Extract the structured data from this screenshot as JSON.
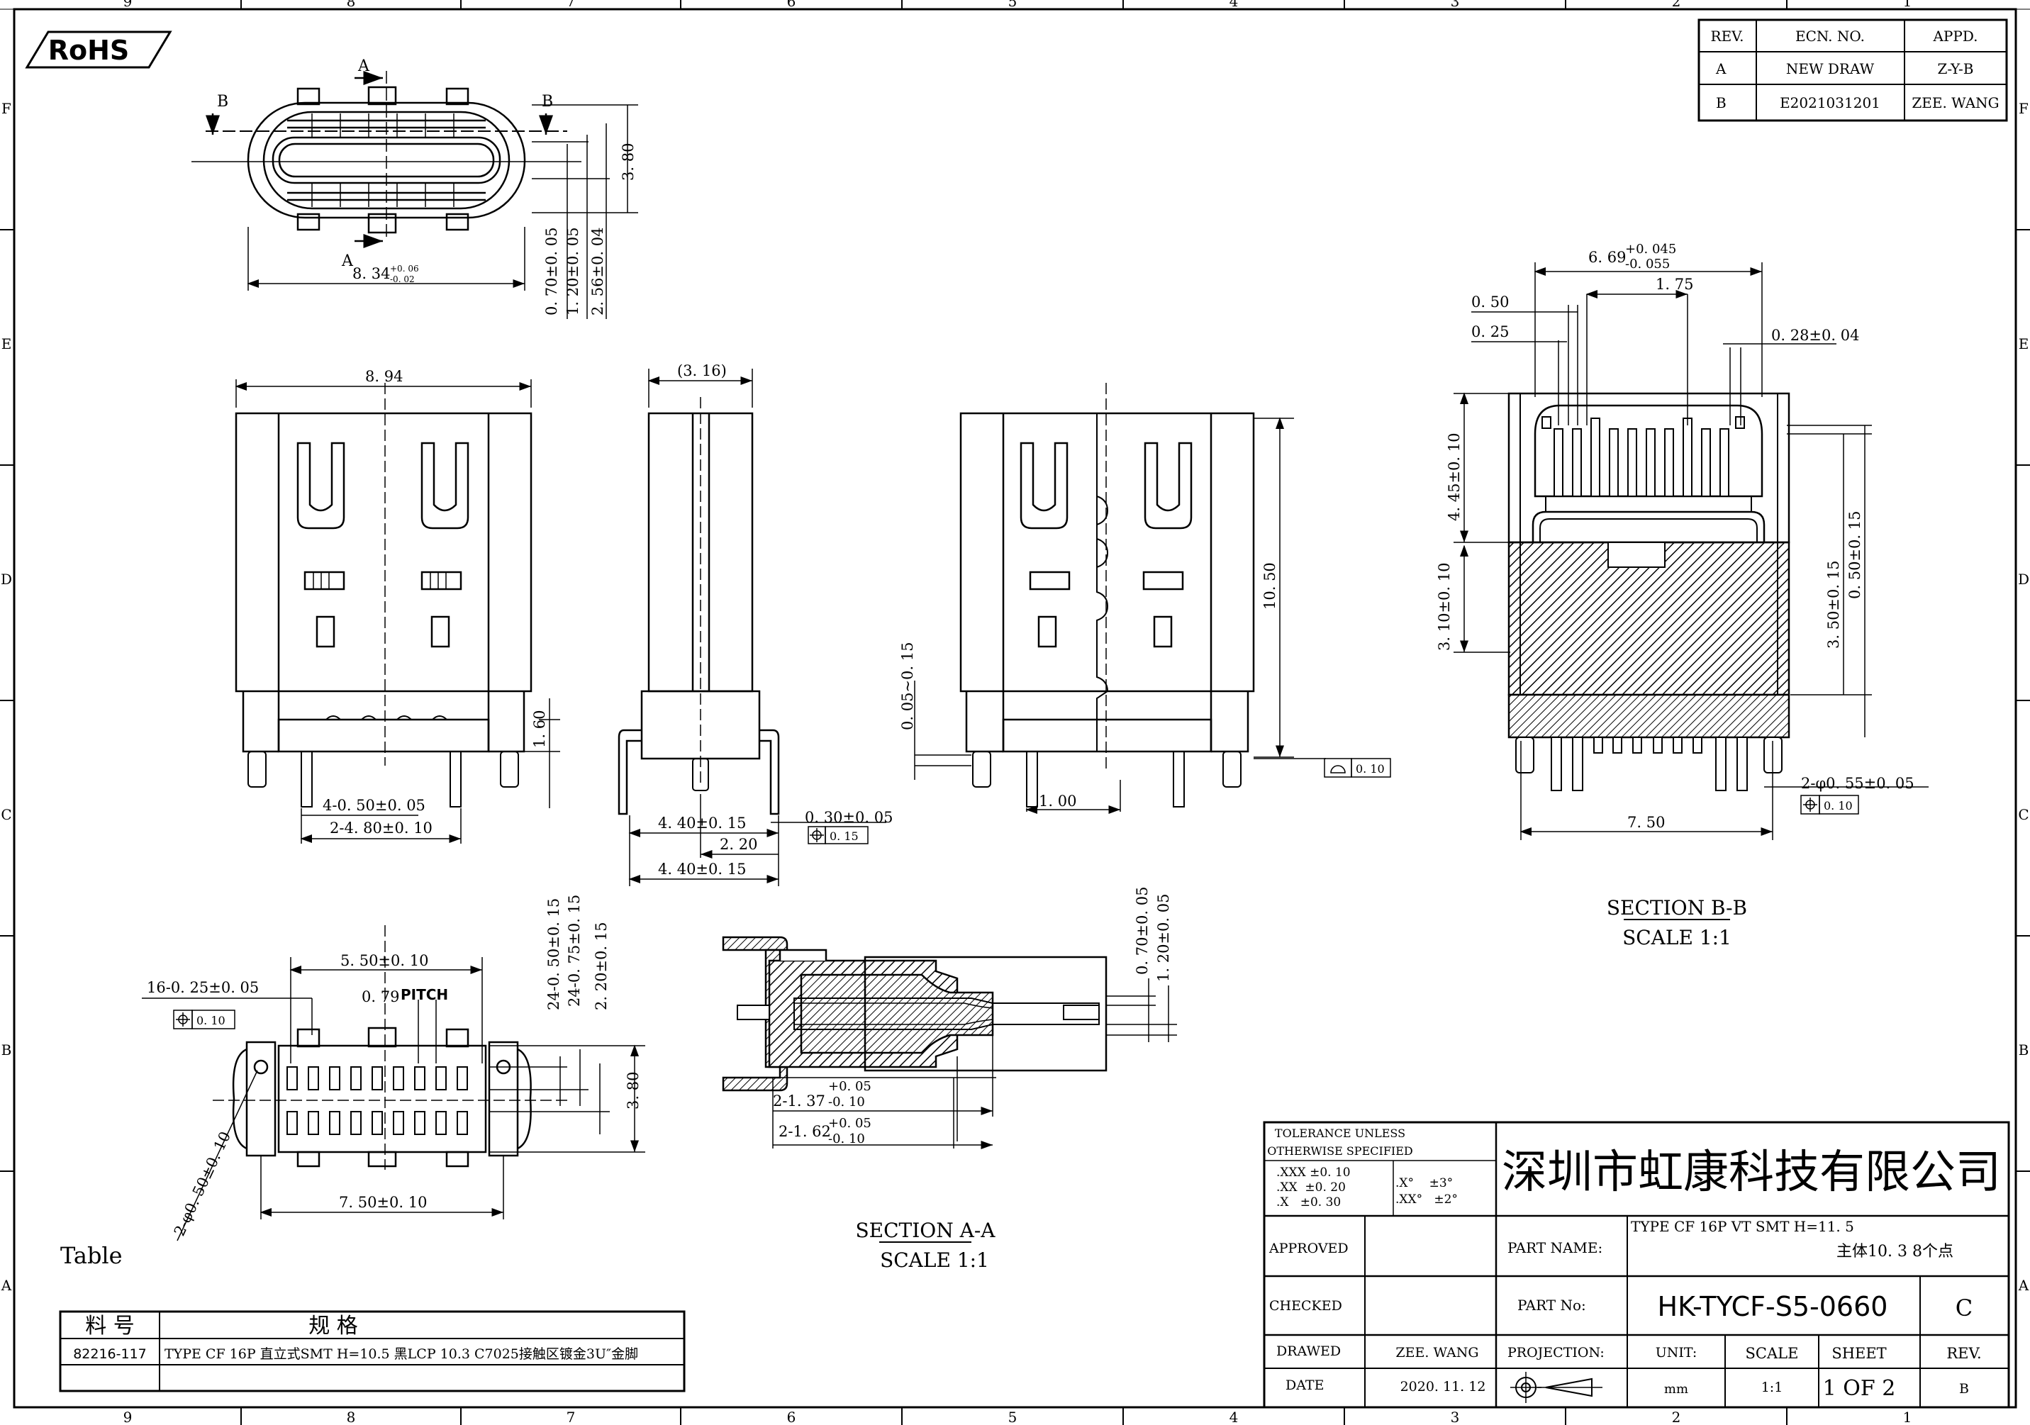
{
  "border": {
    "columns": [
      "9",
      "8",
      "7",
      "6",
      "5",
      "4",
      "3",
      "2",
      "1"
    ],
    "rows": [
      "F",
      "E",
      "D",
      "C",
      "B",
      "A"
    ]
  },
  "rohs": "RoHS",
  "revision_table": {
    "headers": [
      "REV.",
      "ECN. NO.",
      "APPD."
    ],
    "rows": [
      [
        "A",
        "NEW DRAW",
        "Z-Y-B"
      ],
      [
        "B",
        "E2021031201",
        "ZEE. WANG"
      ]
    ]
  },
  "top_view": {
    "section_marks": {
      "a_top": "A",
      "a_bottom": "A",
      "b_left": "B",
      "b_right": "B"
    },
    "dims": {
      "width": "8. 34",
      "width_tol_up": "+0. 06",
      "width_tol_dn": "-0. 02",
      "h1": "0. 70±0. 05",
      "h2": "1. 20±0. 05",
      "h3": "2. 56±0. 04",
      "h4": "3. 80"
    }
  },
  "front_view": {
    "dims": {
      "width": "8. 94",
      "pin_height": "1. 60",
      "pitch": "4-0. 50±0. 05",
      "span": "2-4. 80±0. 10"
    }
  },
  "side_view": {
    "dims": {
      "thickness": "(3. 16)",
      "a": "4. 40±0. 15",
      "b": "2. 20",
      "c": "4. 40±0. 15",
      "pin": "0. 30±0. 05",
      "pos_tol": "0. 15"
    }
  },
  "back_view": {
    "dims": {
      "height": "10. 50",
      "gap": "0. 05~0. 15",
      "pitch": "1. 00",
      "flat_tol": "0. 10"
    }
  },
  "section_bb": {
    "dims": {
      "width_top": "6. 69",
      "width_tol_up": "+0. 045",
      "width_tol_dn": "-0. 055",
      "d175": "1. 75",
      "d050": "0. 50",
      "d025": "0. 25",
      "d028": "0. 28±0. 04",
      "h445": "4. 45±0. 10",
      "h310": "3. 10±0. 10",
      "h350": "3. 50±0. 15",
      "h050": "0. 50±0. 15",
      "w750": "7. 50",
      "hole": "2-φ0. 55±0. 05",
      "pos_tol": "0. 10"
    },
    "label": "SECTION B-B",
    "scale": "SCALE 1:1"
  },
  "footprint": {
    "dims": {
      "w550": "5. 50±0. 10",
      "pitch": "0. 79",
      "pitch_label": "PITCH",
      "pads": "16-0. 25±0. 05",
      "pos_tol": "0. 10",
      "v1": "24-0. 50±0. 15",
      "v2": "24-0. 75±0. 15",
      "v3": "2. 20±0. 15",
      "h380": "3. 80",
      "w750": "7. 50±0. 10",
      "holes": "2-φ0. 50±0. 10"
    }
  },
  "section_aa": {
    "dims": {
      "v1": "0. 70±0. 05",
      "v2": "1. 20±0. 05",
      "a": "2-1. 37",
      "a_up": "+0. 05",
      "a_dn": "-0. 10",
      "b": "2-1. 62",
      "b_up": "+0. 05",
      "b_dn": "-0. 10"
    },
    "label": "SECTION A-A",
    "scale": "SCALE 1:1"
  },
  "table_label": "Table",
  "material_table": {
    "headers": [
      "料 号",
      "规 格"
    ],
    "row": [
      "82216-117",
      "TYPE CF 16P 直立式SMT H=10.5 黑LCP 10.3 C7025接触区镀金3U″金脚"
    ]
  },
  "title_block": {
    "tolerance_title_1": "TOLERANCE UNLESS",
    "tolerance_title_2": "OTHERWISE SPECIFIED",
    "tol_lines": [
      ".XXX ±0. 10",
      ".XX  ±0. 20",
      ".X   ±0. 30"
    ],
    "ang_lines": [
      ".X°    ±3°",
      ".XX°   ±2°"
    ],
    "company": "深圳市虹康科技有限公司",
    "approved": "APPROVED",
    "checked": "CHECKED",
    "drawed": "DRAWED",
    "drawer": "ZEE. WANG",
    "date_label": "DATE",
    "date": "2020. 11. 12",
    "part_name_label": "PART NAME:",
    "part_name": "TYPE CF 16P VT SMT H=11. 5",
    "part_name_sub": "主体10. 3  8个点",
    "part_no_label": "PART No:",
    "part_no": "HK-TYCF-S5-0660",
    "part_no_rev": "C",
    "projection_label": "PROJECTION:",
    "unit_label": "UNIT:",
    "unit": "mm",
    "scale_label": "SCALE",
    "scale": "1:1",
    "sheet_label": "SHEET",
    "sheet": "1 OF 2",
    "rev_label": "REV.",
    "rev": "B"
  }
}
